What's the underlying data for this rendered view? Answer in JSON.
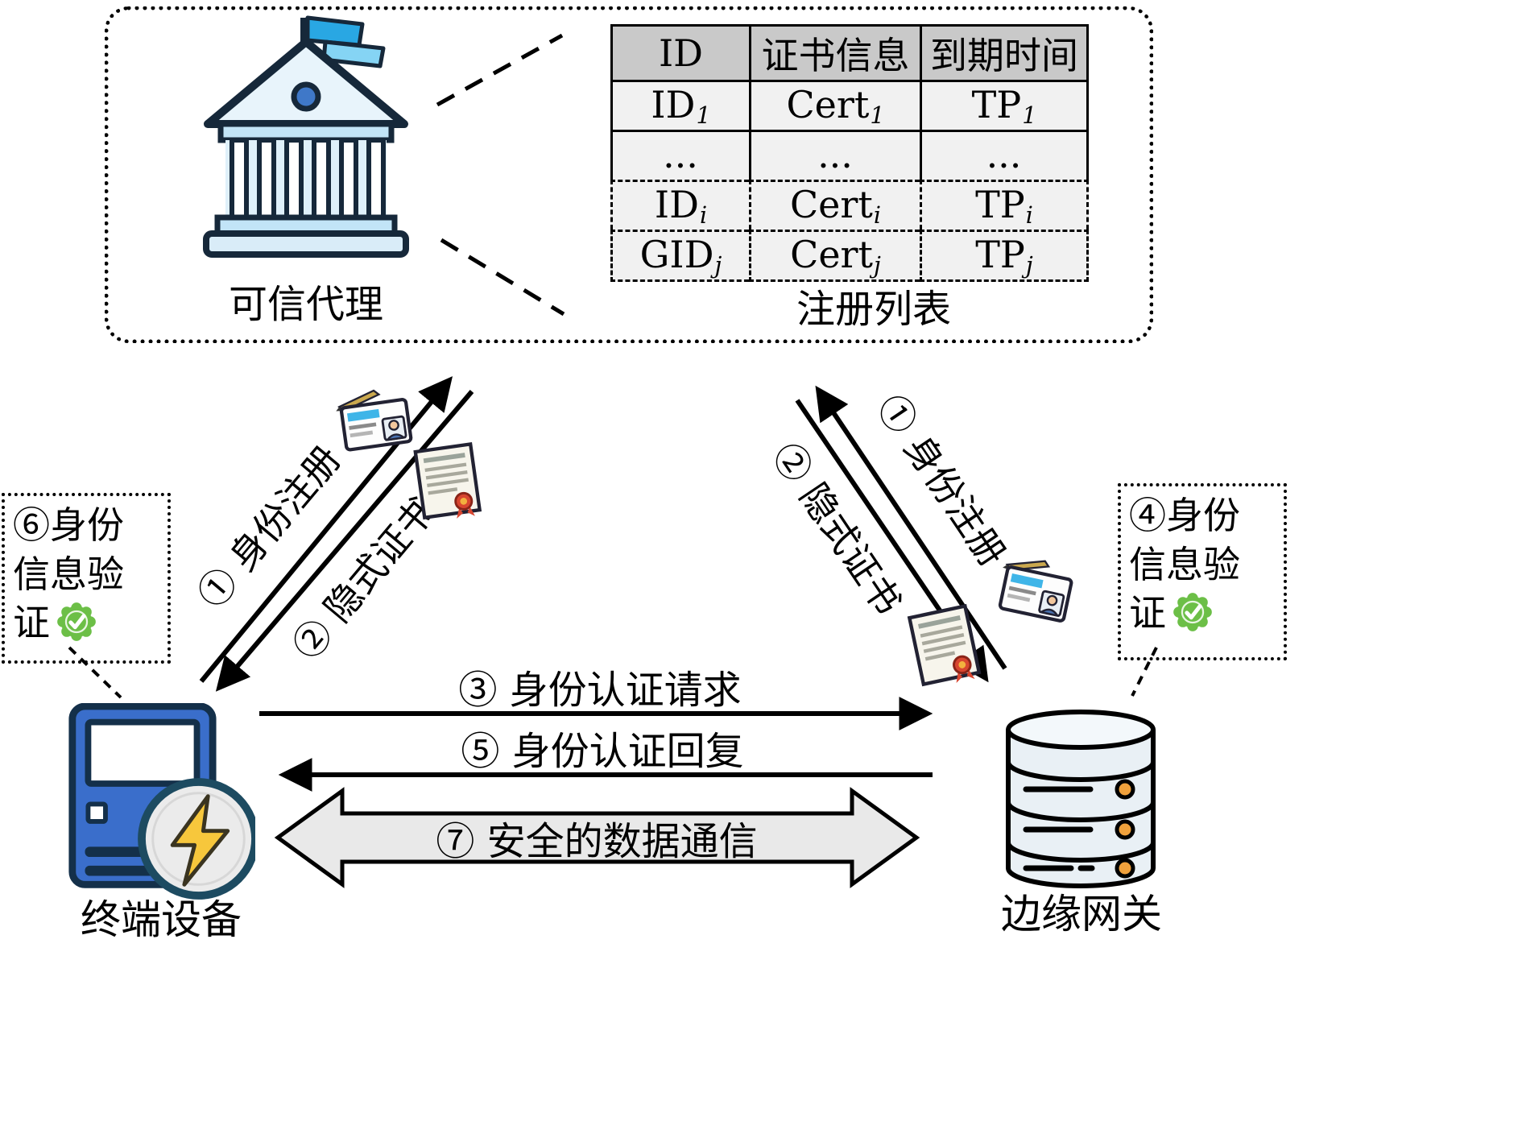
{
  "agent": {
    "label": "可信代理"
  },
  "table": {
    "title": "注册列表",
    "headers": [
      "ID",
      "证书信息",
      "到期时间"
    ],
    "rows": [
      {
        "c0b": "ID",
        "c0s": "1",
        "c1b": "Cert",
        "c1s": "1",
        "c2b": "TP",
        "c2s": "1"
      },
      {
        "c0b": "...",
        "c0s": "",
        "c1b": "...",
        "c1s": "",
        "c2b": "...",
        "c2s": ""
      },
      {
        "c0b": "ID",
        "c0s": "i",
        "c1b": "Cert",
        "c1s": "i",
        "c2b": "TP",
        "c2s": "i"
      },
      {
        "c0b": "GID",
        "c0s": "j",
        "c1b": "Cert",
        "c1s": "j",
        "c2b": "TP",
        "c2s": "j"
      }
    ]
  },
  "devices": {
    "terminal": "终端设备",
    "gateway": "边缘网关"
  },
  "flows": {
    "left_register": "① 身份注册",
    "left_cert": "② 隐式证书",
    "right_register": "① 身份注册",
    "right_cert": "② 隐式证书",
    "auth_request": "③ 身份认证请求",
    "auth_reply": "⑤ 身份认证回复",
    "secure_comm": "⑦ 安全的数据通信"
  },
  "verify": {
    "left": "⑥身份\n信息验\n证",
    "right": "④身份\n信息验\n证"
  },
  "colors": {
    "badge_green": "#6cbf47",
    "big_arrow_fill": "#e9e9e9",
    "table_header_bg": "#c9c9c9",
    "table_body_bg": "#f1f1f1",
    "device_blue": "#3a6ecb",
    "accent_orange": "#f0a13c",
    "flag_blue": "#29a7e3"
  }
}
